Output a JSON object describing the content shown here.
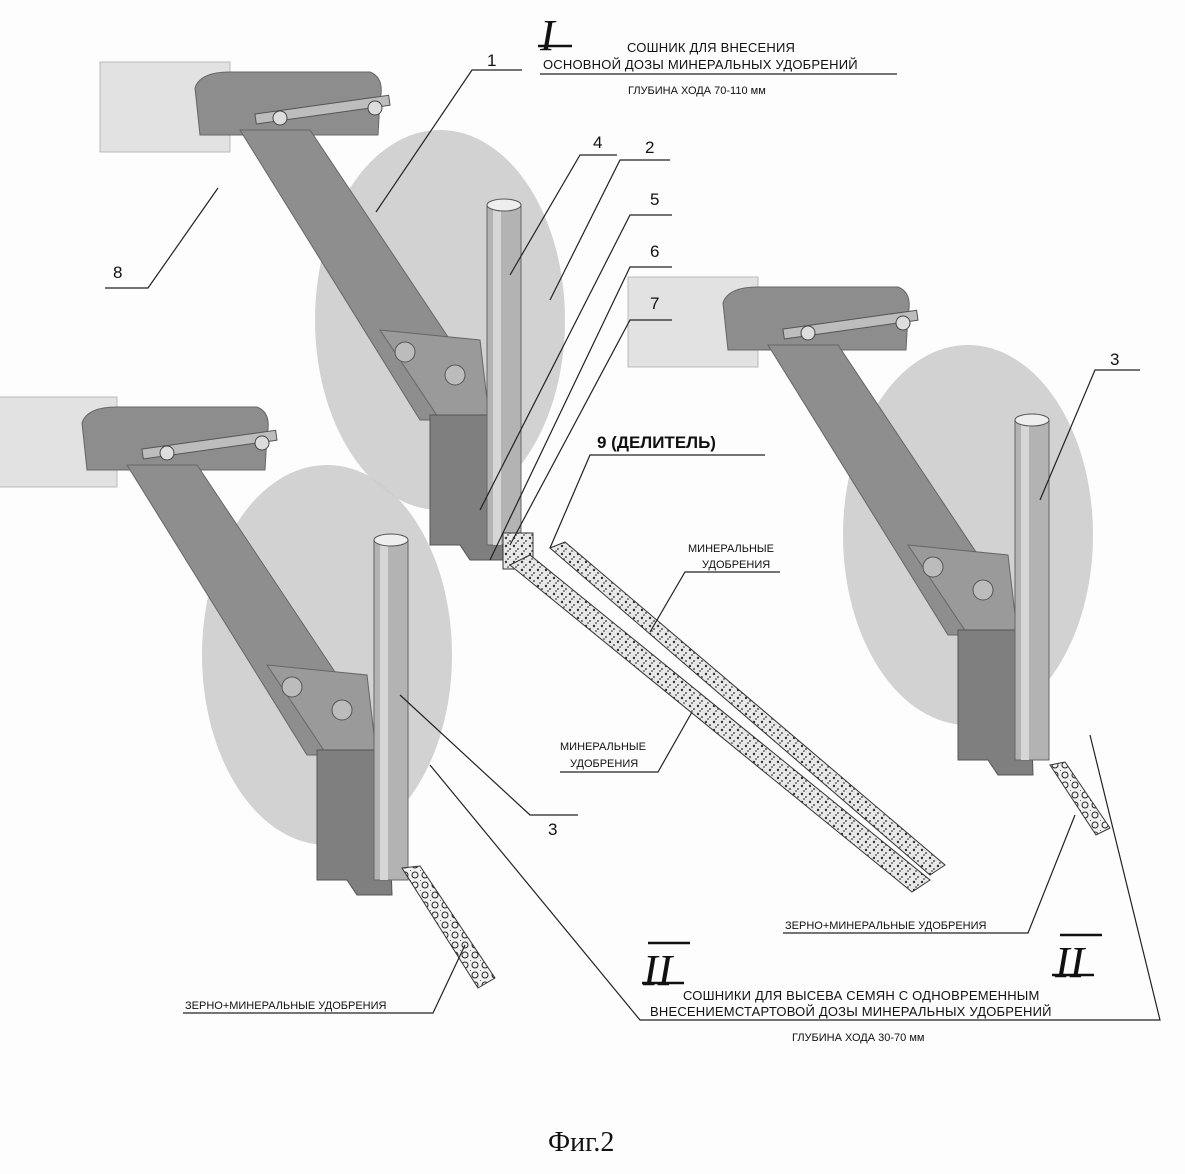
{
  "figure_caption": "Фиг.2",
  "section_one": {
    "numeral": "I",
    "title_line1": "СОШНИК ДЛЯ ВНЕСЕНИЯ",
    "title_line2": "ОСНОВНОЙ ДОЗЫ МИНЕРАЛЬНЫХ УДОБРЕНИЙ",
    "depth": "ГЛУБИНА ХОДА 70-110 мм"
  },
  "section_two": {
    "numeral_left": "II",
    "numeral_right": "II",
    "title_line1": "СОШНИКИ ДЛЯ ВЫСЕВА СЕМЯН С ОДНОВРЕМЕННЫМ",
    "title_line2": "ВНЕСЕНИЕМСТАРТОВОЙ ДОЗЫ МИНЕРАЛЬНЫХ УДОБРЕНИЙ",
    "depth": "ГЛУБИНА ХОДА 30-70 мм"
  },
  "callouts": {
    "c1": "1",
    "c2": "2",
    "c3_right": "3",
    "c3_left": "3",
    "c4": "4",
    "c5": "5",
    "c6": "6",
    "c7": "7",
    "c8": "8",
    "c9": "9  (ДЕЛИТЕЛЬ)"
  },
  "strip_notes": {
    "mineral_upper_1": "МИНЕРАЛЬНЫЕ",
    "mineral_upper_2": "УДОБРЕНИЯ",
    "mineral_lower_1": "МИНЕРАЛЬНЫЕ",
    "mineral_lower_2": "УДОБРЕНИЯ",
    "seed_right": "ЗЕРНО+МИНЕРАЛЬНЫЕ УДОБРЕНИЯ",
    "seed_left": "ЗЕРНО+МИНЕРАЛЬНЫЕ УДОБРЕНИЯ"
  },
  "colors": {
    "metal_dark": "#8a8a8a",
    "metal_mid": "#a9a9a9",
    "beam": "#dcdcdc",
    "soil": "#c9c9c9"
  }
}
